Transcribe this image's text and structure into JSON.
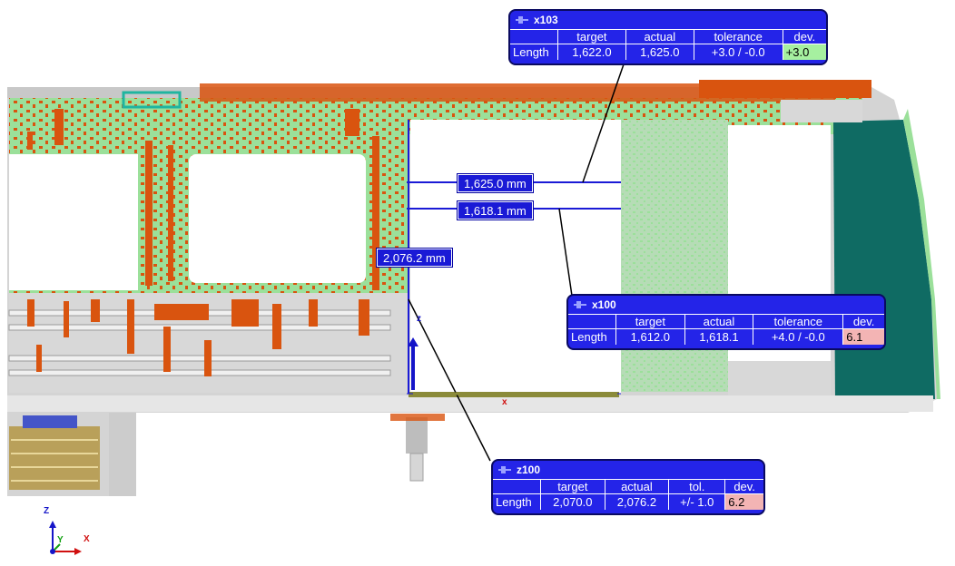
{
  "dimensions": {
    "x103": "1,625.0 mm",
    "x100": "1,618.1 mm",
    "z100": "2,076.2 mm"
  },
  "callouts": {
    "x103": {
      "title": "x103",
      "headers": [
        "target",
        "actual",
        "tolerance",
        "dev."
      ],
      "row_label": "Length",
      "target": "1,622.0",
      "actual": "1,625.0",
      "tolerance": "+3.0 / -0.0",
      "dev": "+3.0",
      "dev_status": "ok"
    },
    "x100": {
      "title": "x100",
      "headers": [
        "target",
        "actual",
        "tolerance",
        "dev."
      ],
      "row_label": "Length",
      "target": "1,612.0",
      "actual": "1,618.1",
      "tolerance": "+4.0 / -0.0",
      "dev": "6.1",
      "dev_status": "out"
    },
    "z100": {
      "title": "z100",
      "headers": [
        "target",
        "actual",
        "tol.",
        "dev."
      ],
      "row_label": "Length",
      "target": "2,070.0",
      "actual": "2,076.2",
      "tolerance": "+/- 1.0",
      "dev": "6.2",
      "dev_status": "out"
    }
  },
  "axes": {
    "scene_z": "z",
    "scene_x": "x",
    "triad_z": "Z",
    "triad_y": "Y",
    "triad_x": "X"
  },
  "colors": {
    "in_tolerance": "#9be09a",
    "out_tolerance": "#d9540f",
    "nominal": "#d8d8d8",
    "teal_panel": "#0f6b63",
    "callout_bg": "#2424e8",
    "dev_ok": "#a6f0a0",
    "dev_out": "#f3b4b4"
  }
}
